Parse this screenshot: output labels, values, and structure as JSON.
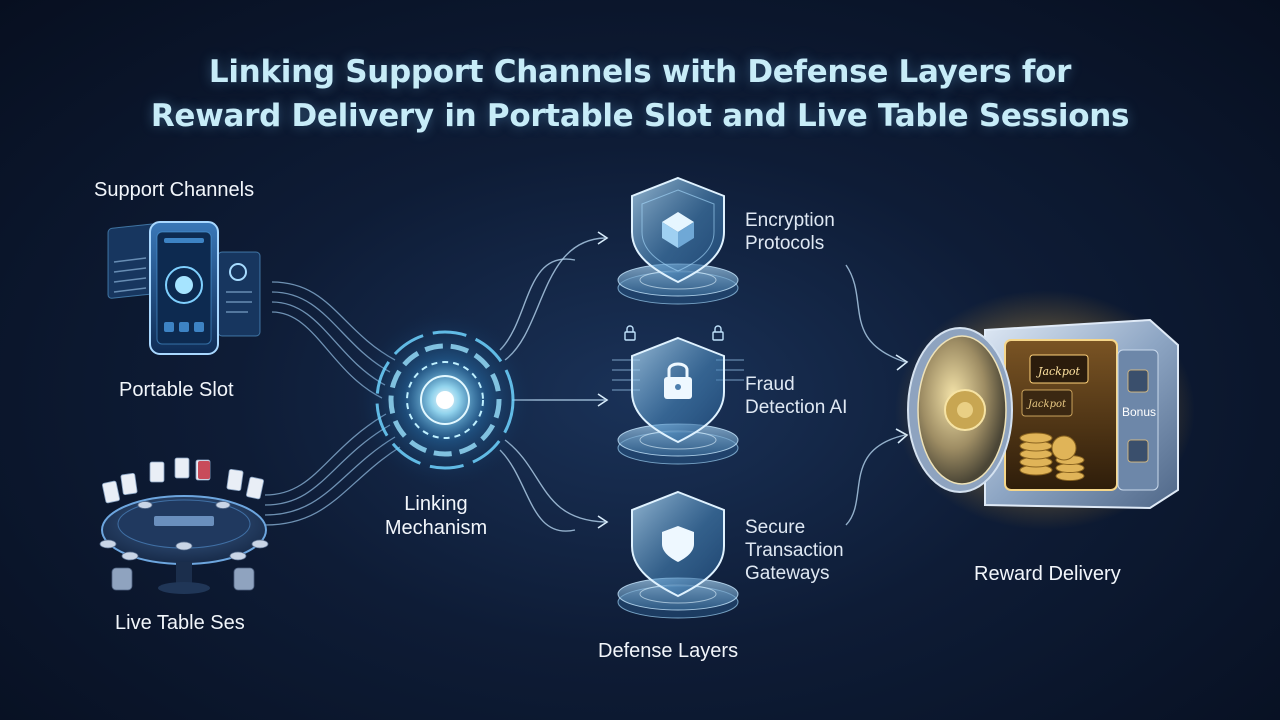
{
  "title": {
    "line1": "Linking Support Channels with Defense Layers for",
    "line2": "Reward Delivery in Portable Slot and Live Table Sessions"
  },
  "support_channels": {
    "heading": "Support Channels",
    "portable_slot": "Portable Slot",
    "live_table": "Live Table Ses"
  },
  "linking": {
    "line1": "Linking",
    "line2": "Mechanism"
  },
  "defense": {
    "heading": "Defense Layers",
    "layers": [
      {
        "line1": "Encryption",
        "line2": "Protocols",
        "line3": ""
      },
      {
        "line1": "Fraud",
        "line2": "Detection AI",
        "line3": ""
      },
      {
        "line1": "Secure",
        "line2": "Transaction",
        "line3": "Gateways"
      }
    ]
  },
  "reward": {
    "label": "Reward Delivery",
    "vault_labels": {
      "jackpot_top": "Jackpot",
      "jackpot_bottom": "Jackpot",
      "bonus": "Bonus"
    }
  },
  "colors": {
    "accent_cyan": "#6fd3ff",
    "glow_gold": "#ffd27a",
    "title": "#c7ecf8"
  }
}
